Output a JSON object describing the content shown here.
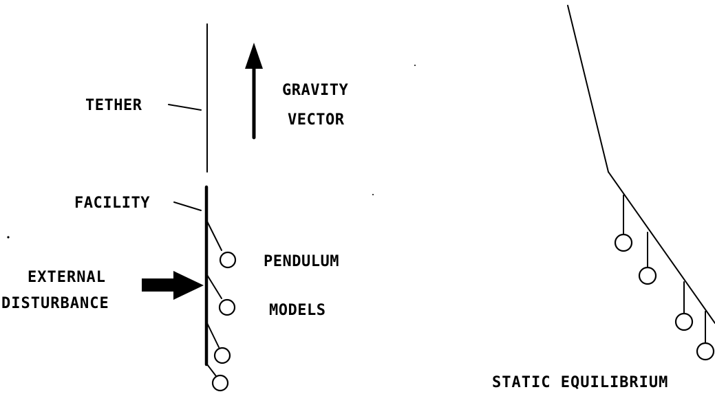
{
  "labels": {
    "tether": "TETHER",
    "gravity_line1": "GRAVITY",
    "gravity_line2": "VECTOR",
    "facility": "FACILITY",
    "pendulum_line1": "PENDULUM",
    "pendulum_line2": "MODELS",
    "external_line1": "EXTERNAL",
    "external_line2": "DISTURBANCE",
    "static_equilibrium": "STATIC EQUILIBRIUM"
  },
  "colors": {
    "ink": "#000000",
    "background": "#ffffff"
  }
}
